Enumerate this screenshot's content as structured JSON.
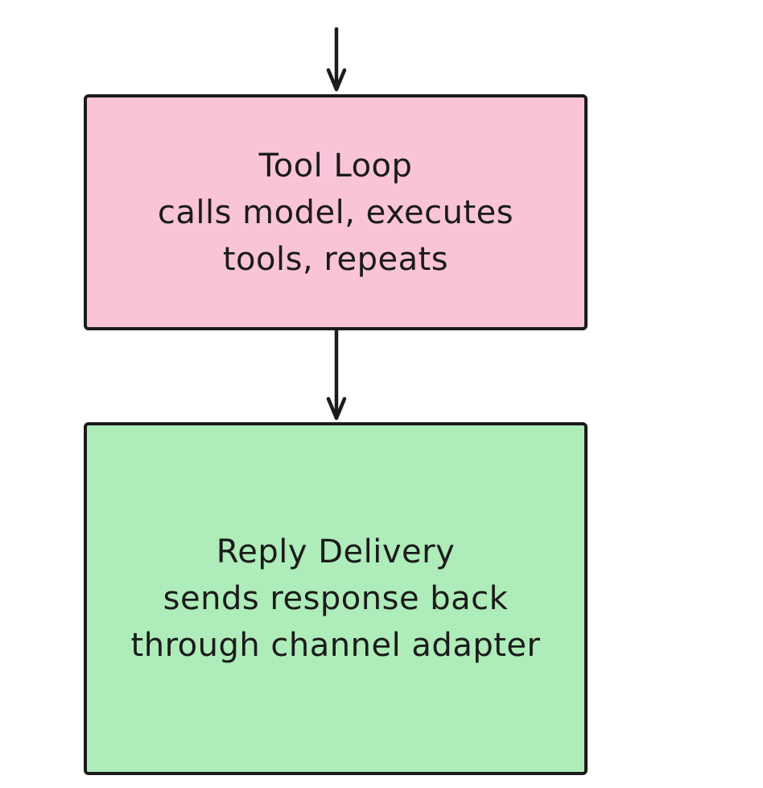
{
  "colors": {
    "background": "#ffffff",
    "ink": "#1b1b1b"
  },
  "diagram": {
    "style": "hand-drawn flowchart",
    "nodes": [
      {
        "id": "tool-loop",
        "title": "Tool Loop",
        "lines": [
          "calls model, executes",
          "tools, repeats"
        ],
        "fill": "#fac4d8"
      },
      {
        "id": "reply-delivery",
        "title": "Reply Delivery",
        "lines": [
          "sends response back",
          "through channel adapter"
        ],
        "fill": "#aeecba"
      }
    ],
    "connectors": [
      {
        "id": "incoming-arrow",
        "to": "tool-loop",
        "direction": "down"
      },
      {
        "id": "tool-loop-to-reply-delivery",
        "from": "tool-loop",
        "to": "reply-delivery",
        "direction": "down"
      }
    ]
  }
}
